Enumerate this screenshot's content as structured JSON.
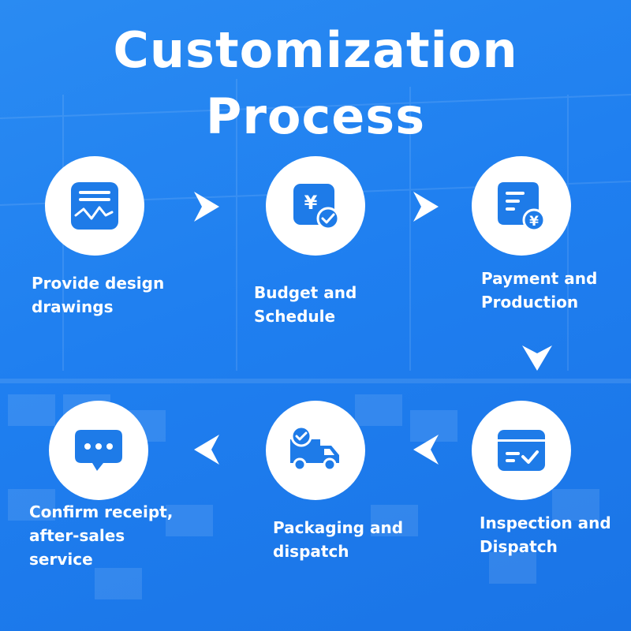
{
  "title": {
    "line1": "Customization",
    "line2": "Process"
  },
  "colors": {
    "background": "#1f7ff0",
    "icon_blue": "#1e7be8",
    "white": "#ffffff"
  },
  "steps": [
    {
      "label": "Provide design\ndrawings",
      "icon": "design-drawing-icon"
    },
    {
      "label": "Budget and\nSchedule",
      "icon": "yen-check-icon"
    },
    {
      "label": "Payment and\nProduction",
      "icon": "payment-document-icon"
    },
    {
      "label": "Inspection and\nDispatch",
      "icon": "inspection-box-icon"
    },
    {
      "label": "Packaging and\ndispatch",
      "icon": "delivery-truck-icon"
    },
    {
      "label": "Confirm receipt,\nafter-sales\nservice",
      "icon": "chat-bubble-icon"
    }
  ]
}
